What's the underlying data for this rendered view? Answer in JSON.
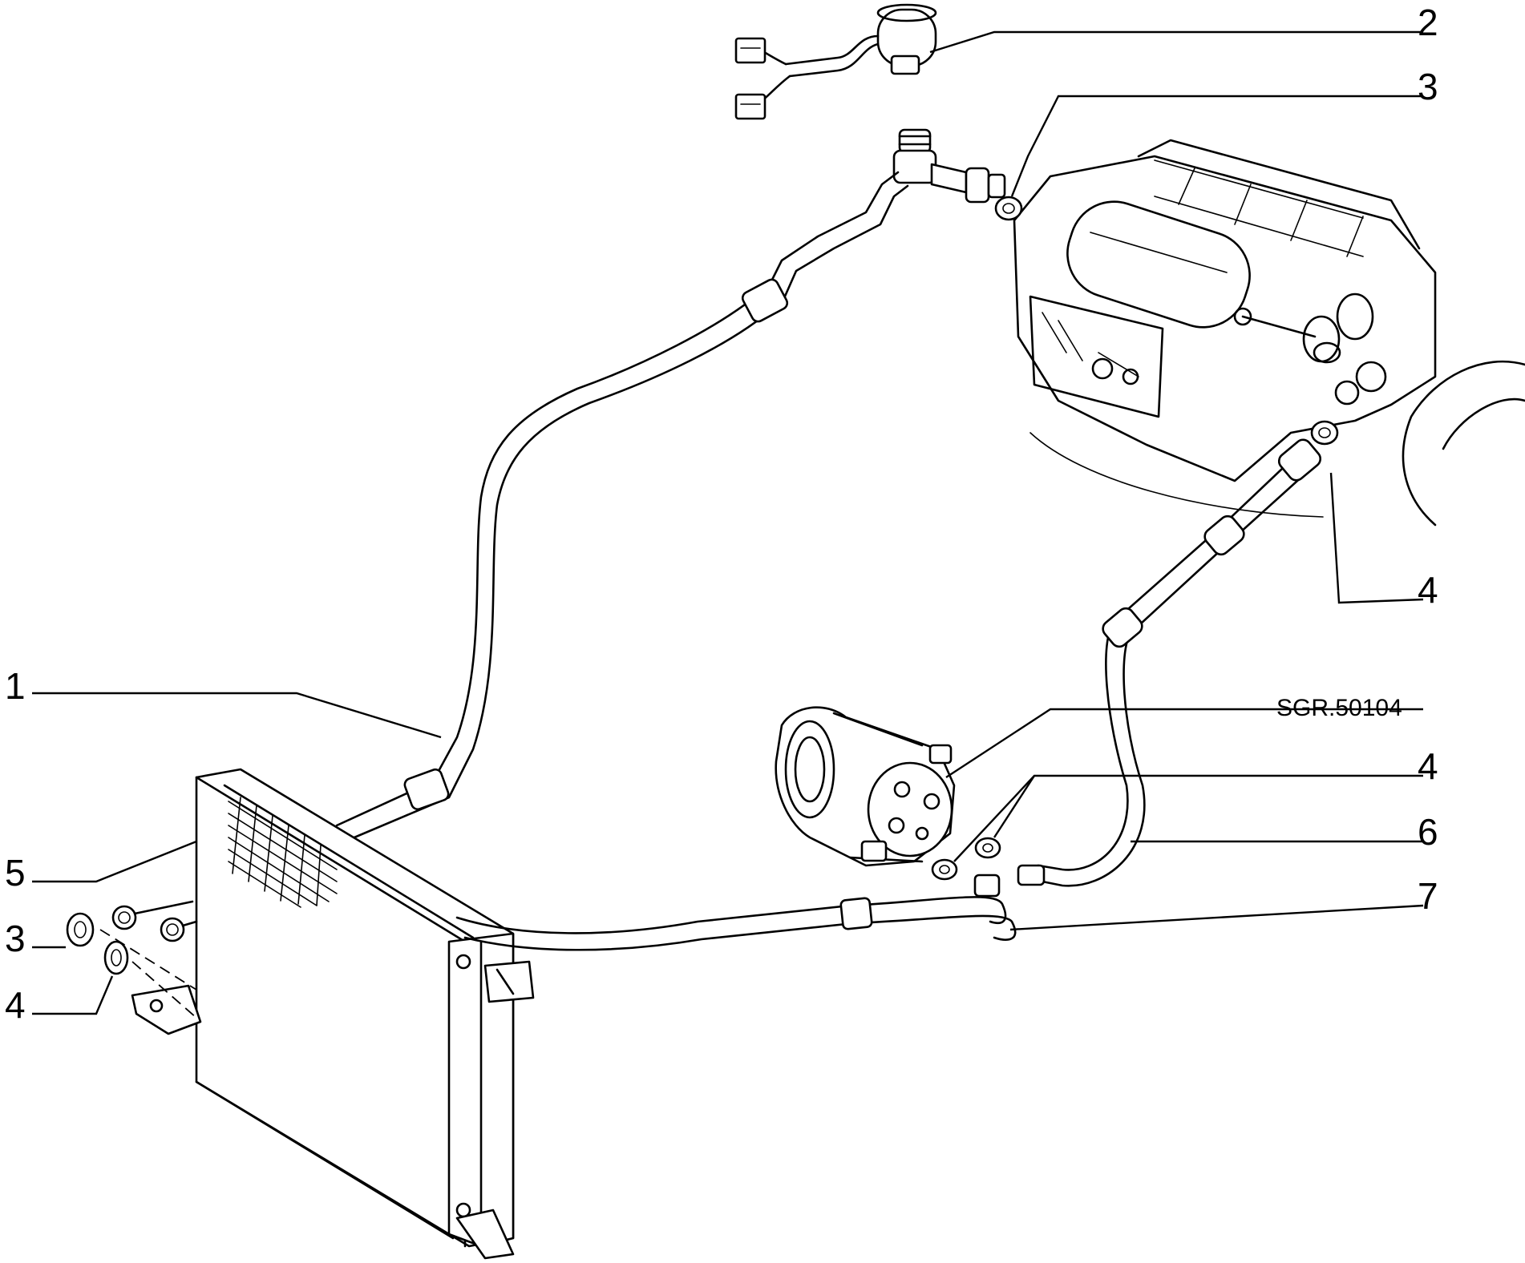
{
  "drawing_code": "SGR.50104",
  "callouts": [
    {
      "label": "1"
    },
    {
      "label": "2"
    },
    {
      "label": "3"
    },
    {
      "label": "4"
    },
    {
      "label": "4"
    },
    {
      "label": "6"
    },
    {
      "label": "7"
    },
    {
      "label": "5"
    },
    {
      "label": "3"
    },
    {
      "label": "4"
    }
  ]
}
